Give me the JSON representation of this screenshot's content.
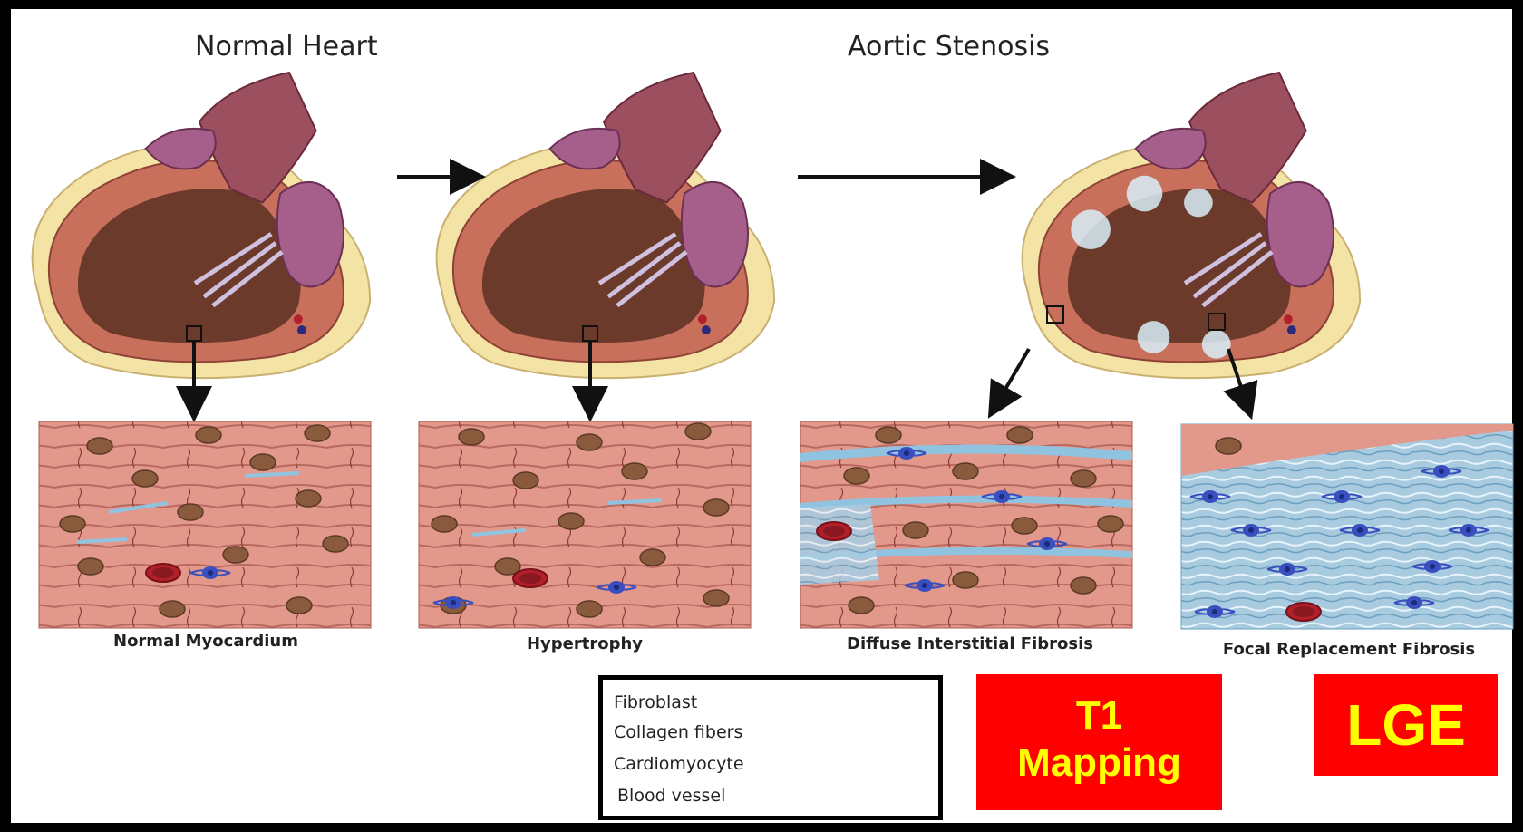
{
  "titles": {
    "normal_heart": "Normal Heart",
    "aortic_stenosis": "Aortic Stenosis"
  },
  "captions": {
    "normal_myocardium": "Normal Myocardium",
    "hypertrophy": "Hypertrophy",
    "diffuse": "Diffuse Interstitial Fibrosis",
    "focal": "Focal Replacement Fibrosis"
  },
  "legend": {
    "fibroblast": "Fibroblast",
    "collagen": "Collagen fibers",
    "cardiomyocyte": "Cardiomyocyte",
    "blood_vessel": "Blood vessel"
  },
  "badges": {
    "t1_line1": "T1",
    "t1_line2": "Mapping",
    "lge": "LGE"
  },
  "colors": {
    "badge_bg": "#ff0000",
    "badge_text": "#ffff00",
    "muscle": "#d9847a",
    "nucleus": "#8a5a3c",
    "collagen": "#8fc3e0",
    "fibroblast": "#3a4fbf",
    "vessel": "#b0202a"
  }
}
